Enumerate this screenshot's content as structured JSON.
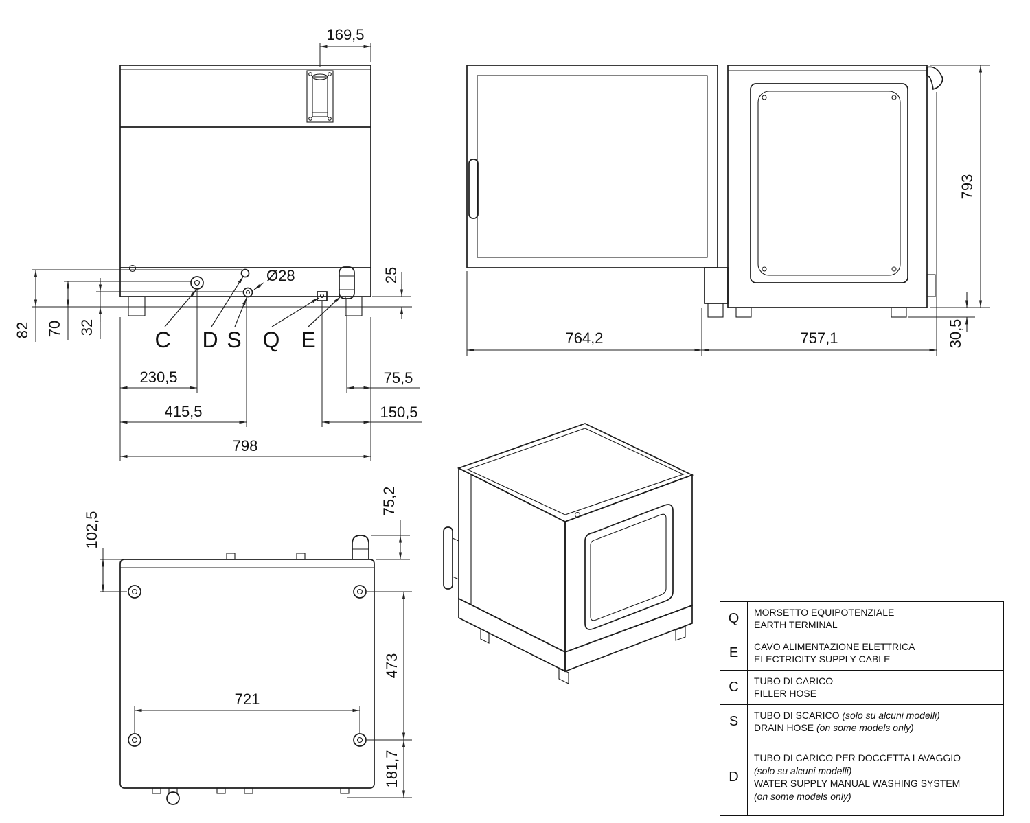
{
  "drawing": {
    "front": {
      "dim_tube_offset": "169,5",
      "dim_port_diameter": "Ø28",
      "dim_gland_height": "25",
      "dim_h_82": "82",
      "dim_h_70": "70",
      "dim_h_32": "32",
      "dim_x_c": "230,5",
      "dim_x_ds": "415,5",
      "dim_total_width": "798",
      "dim_x_e": "75,5",
      "dim_x_q": "150,5",
      "letter_c": "C",
      "letter_d": "D",
      "letter_s": "S",
      "letter_q": "Q",
      "letter_e": "E"
    },
    "side": {
      "dim_total_height": "793",
      "dim_door_depth": "764,2",
      "dim_body_depth": "757,1",
      "dim_foot_height": "30,5"
    },
    "top": {
      "dim_back_inset": "102,5",
      "dim_tube_protrusion": "75,2",
      "dim_foot_depth_span": "473",
      "dim_foot_width_span": "721",
      "dim_front_inset": "181,7"
    }
  },
  "legend": {
    "rows": [
      {
        "letter": "Q",
        "lines": [
          {
            "pre": "MORSETTO EQUIPOTENZIALE"
          },
          {
            "pre": "EARTH TERMINAL"
          }
        ]
      },
      {
        "letter": "E",
        "lines": [
          {
            "pre": "CAVO ALIMENTAZIONE ELETTRICA"
          },
          {
            "pre": "ELECTRICITY SUPPLY CABLE"
          }
        ]
      },
      {
        "letter": "C",
        "lines": [
          {
            "pre": "TUBO DI CARICO"
          },
          {
            "pre": "FILLER HOSE"
          }
        ]
      },
      {
        "letter": "S",
        "lines": [
          {
            "pre": "TUBO DI SCARICO ",
            "it": "(solo su alcuni modelli)"
          },
          {
            "pre": "DRAIN HOSE ",
            "it": "(on some models only)"
          }
        ]
      },
      {
        "letter": "D",
        "lines": [
          {
            "pre": "TUBO DI CARICO PER DOCCETTA LAVAGGIO"
          },
          {
            "it": "(solo su alcuni modelli)"
          },
          {
            "pre": "WATER SUPPLY MANUAL WASHING SYSTEM"
          },
          {
            "it": "(on some models only)"
          }
        ]
      }
    ]
  }
}
